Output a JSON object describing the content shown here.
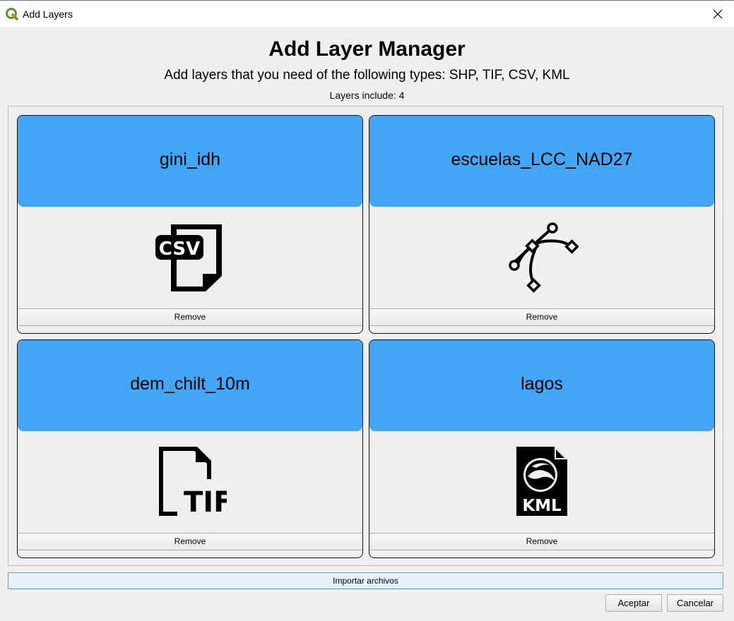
{
  "window": {
    "title": "Add Layers",
    "close_glyph": "✕"
  },
  "header": {
    "title": "Add Layer Manager",
    "subtitle": "Add layers that you need of the following types: SHP, TIF, CSV, KML",
    "count_label": "Layers include: 4"
  },
  "layers": [
    {
      "name": "gini_idh",
      "type_icon": "csv-file-icon",
      "remove_label": "Remove"
    },
    {
      "name": "escuelas_LCC_NAD27",
      "type_icon": "vector-shp-icon",
      "remove_label": "Remove"
    },
    {
      "name": "dem_chilt_10m",
      "type_icon": "tif-file-icon",
      "remove_label": "Remove"
    },
    {
      "name": "lagos",
      "type_icon": "kml-file-icon",
      "remove_label": "Remove"
    }
  ],
  "icon_text": {
    "csv": "CSV",
    "tif": "TIF",
    "kml": "KML"
  },
  "footer": {
    "import_label": "Importar archivos",
    "accept_label": "Aceptar",
    "cancel_label": "Cancelar"
  },
  "colors": {
    "card_header": "#42a5f5",
    "import_border": "#5b9bd5",
    "qgis_green": "#589632",
    "qgis_yellow": "#ee7913"
  }
}
